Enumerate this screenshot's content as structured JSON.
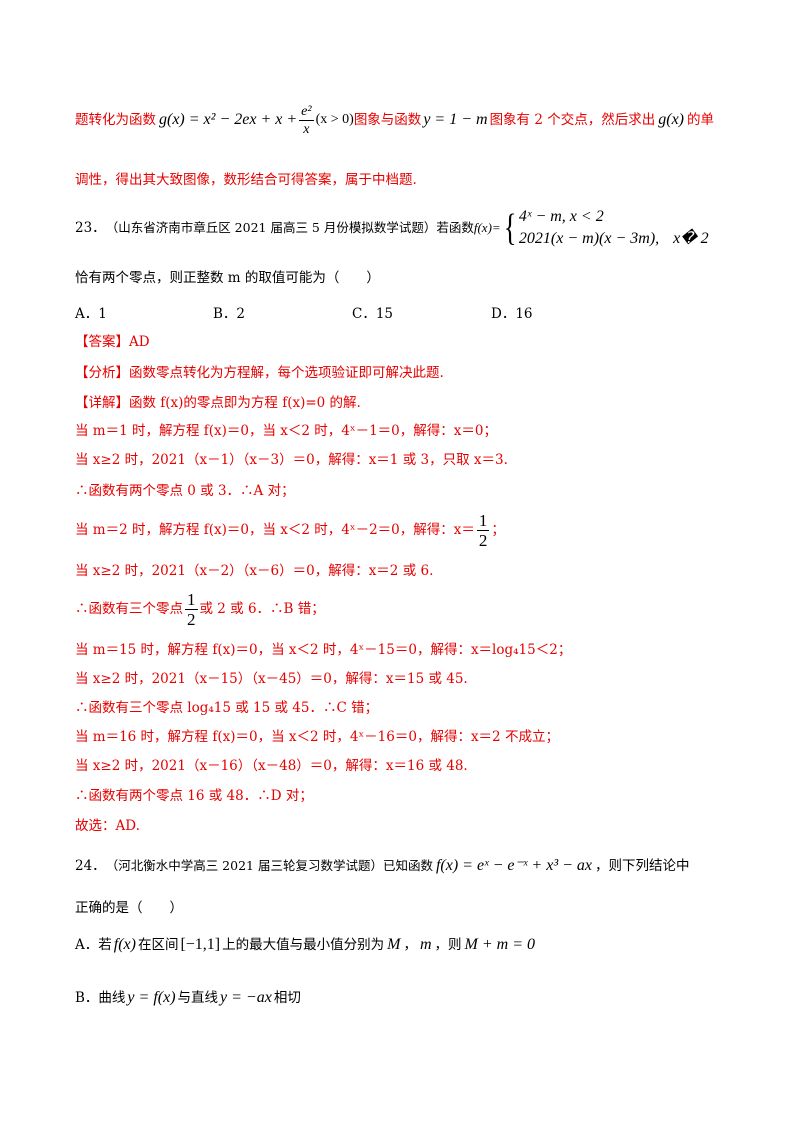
{
  "intro": {
    "l1_a": "题转化为函数",
    "l1_g": "g(x) = x² − 2ex + x +",
    "l1_fnum": "e²",
    "l1_fden": "x",
    "l1_cond": "(x > 0)",
    "l1_b": "图象与函数",
    "l1_y": "y = 1 − m",
    "l1_c": "图象有 2 个交点，然后求出",
    "l1_gx": "g(x)",
    "l1_d": "的单",
    "l2": "调性，得出其大致图像，数形结合可得答案，属于中档题."
  },
  "q23": {
    "num": "23．",
    "source": "（山东省济南市章丘区 2021 届高三 5 月份模拟数学试题）若函数",
    "fx": "f(x)=",
    "case1": "4ˣ − m, x < 2",
    "case2": "2021(x − m)(x − 3m),",
    "case2_cond": "x� 2",
    "stem2": "恰有两个零点，则正整数 m 的取值可能为（　　）",
    "choices": [
      "A．1",
      "B．2",
      "C．15",
      "D．16"
    ]
  },
  "sol23": {
    "answer": "【答案】AD",
    "analysis": "【分析】函数零点转化为方程解，每个选项验证即可解决此题.",
    "detail": "【详解】函数 f(x)的零点即为方程 f(x)=0 的解.",
    "s1": "当 m＝1 时，解方程 f(x)＝0，当 x＜2 时，4ˣ－1＝0，解得：x＝0；",
    "s2": "当 x≥2 时，2021（x－1）（x－3）＝0，解得：x＝1 或 3，只取 x＝3.",
    "s3": "∴函数有两个零点 0 或 3．∴A 对；",
    "s4_a": "当 m＝2 时，解方程 f(x)＝0，当 x＜2 时，4ˣ－2＝0，解得：x＝",
    "s4_num": "1",
    "s4_den": "2",
    "s4_b": "；",
    "s5": "当 x≥2 时，2021（x－2）（x－6）＝0，解得：x＝2 或 6.",
    "s6_a": "∴函数有三个零点",
    "s6_num": "1",
    "s6_den": "2",
    "s6_b": "或 2 或 6．∴B 错；",
    "s7": "当 m＝15 时，解方程 f(x)＝0，当 x＜2 时，4ˣ－15＝0，解得：x＝log₄15＜2；",
    "s8": "当 x≥2 时，2021（x－15）（x－45）＝0，解得：x＝15 或 45.",
    "s9": "∴函数有三个零点 log₄15 或 15 或 45．∴C 错；",
    "s10": "当 m＝16 时，解方程 f(x)＝0，当 x＜2 时，4ˣ－16＝0，解得：x＝2 不成立；",
    "s11": "当 x≥2 时，2021（x－16）（x－48）＝0，解得：x＝16 或 48.",
    "s12": "∴函数有两个零点 16 或 48．∴D 对；",
    "s13": "故选：AD."
  },
  "q24": {
    "num": "24．",
    "source": "（河北衡水中学高三 2021 届三轮复习数学试题）已知函数",
    "fx": "f(x) = eˣ − e⁻ˣ + x³ − ax",
    "tail": "，则下列结论中",
    "stem2": "正确的是（　　）",
    "A_a": "A．若",
    "A_f": "f(x)",
    "A_b": "在区间",
    "A_int": "[−1,1]",
    "A_c": "上的最大值与最小值分别为",
    "A_M": "M",
    "A_d": "，",
    "A_m": "m",
    "A_e": "，则",
    "A_eq": "M + m = 0",
    "B_a": "B．曲线",
    "B_y": "y = f(x)",
    "B_b": "与直线",
    "B_line": "y = −ax",
    "B_c": "相切"
  },
  "colors": {
    "solution": "#e60000",
    "text": "#000000"
  }
}
